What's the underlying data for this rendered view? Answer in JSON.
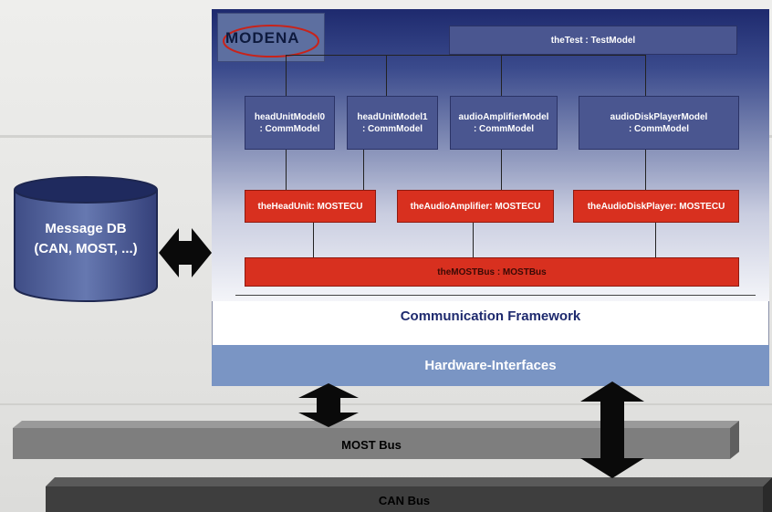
{
  "logo": {
    "text": "MODENA"
  },
  "models": {
    "test": "theTest : TestModel",
    "head0": [
      "headUnitModel0",
      ": CommModel"
    ],
    "head1": [
      "headUnitModel1",
      ": CommModel"
    ],
    "amp": [
      "audioAmplifierModel",
      ": CommModel"
    ],
    "disk": [
      "audioDiskPlayerModel",
      ": CommModel"
    ]
  },
  "ecus": {
    "head": "theHeadUnit: MOSTECU",
    "amp": "theAudioAmplifier: MOSTECU",
    "disk": "theAudioDiskPlayer: MOSTECU"
  },
  "bus_box": "theMOSTBus : MOSTBus",
  "framework_label": "Communication Framework",
  "hardware_label": "Hardware-Interfaces",
  "database": {
    "line1": "Message DB",
    "line2": "(CAN, MOST, ...)"
  },
  "buses": {
    "most": "MOST Bus",
    "can": "CAN Bus"
  },
  "colors": {
    "ecu": "#d8301f",
    "model": "#4a5690",
    "hardware": "#7a95c4"
  }
}
